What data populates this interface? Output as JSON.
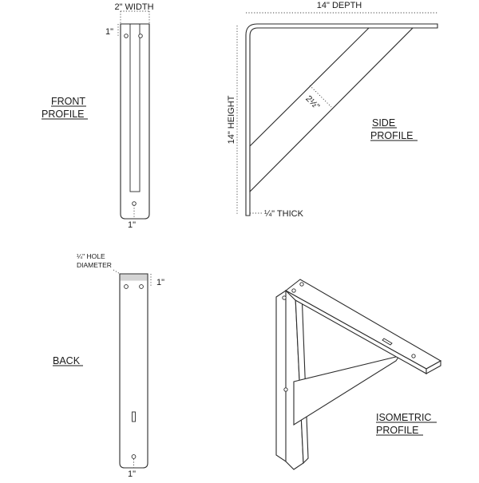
{
  "front": {
    "width_label": "2\" WIDTH",
    "top_offset_label": "1\"",
    "bottom_offset_label": "1\"",
    "title_line1": "FRONT",
    "title_line2": "PROFILE"
  },
  "side": {
    "depth_label": "14\" DEPTH",
    "height_label": "14\" HEIGHT",
    "brace_width_label": "2½\"",
    "thickness_label": "¼\" THICK",
    "title_line1": "SIDE",
    "title_line2": "PROFILE"
  },
  "back": {
    "hole_label_line1": "¼\" HOLE",
    "hole_label_line2": "DIAMETER",
    "top_offset_label": "1\"",
    "bottom_offset_label": "1\"",
    "title": "BACK"
  },
  "iso": {
    "title_line1": "ISOMETRIC",
    "title_line2": "PROFILE"
  }
}
